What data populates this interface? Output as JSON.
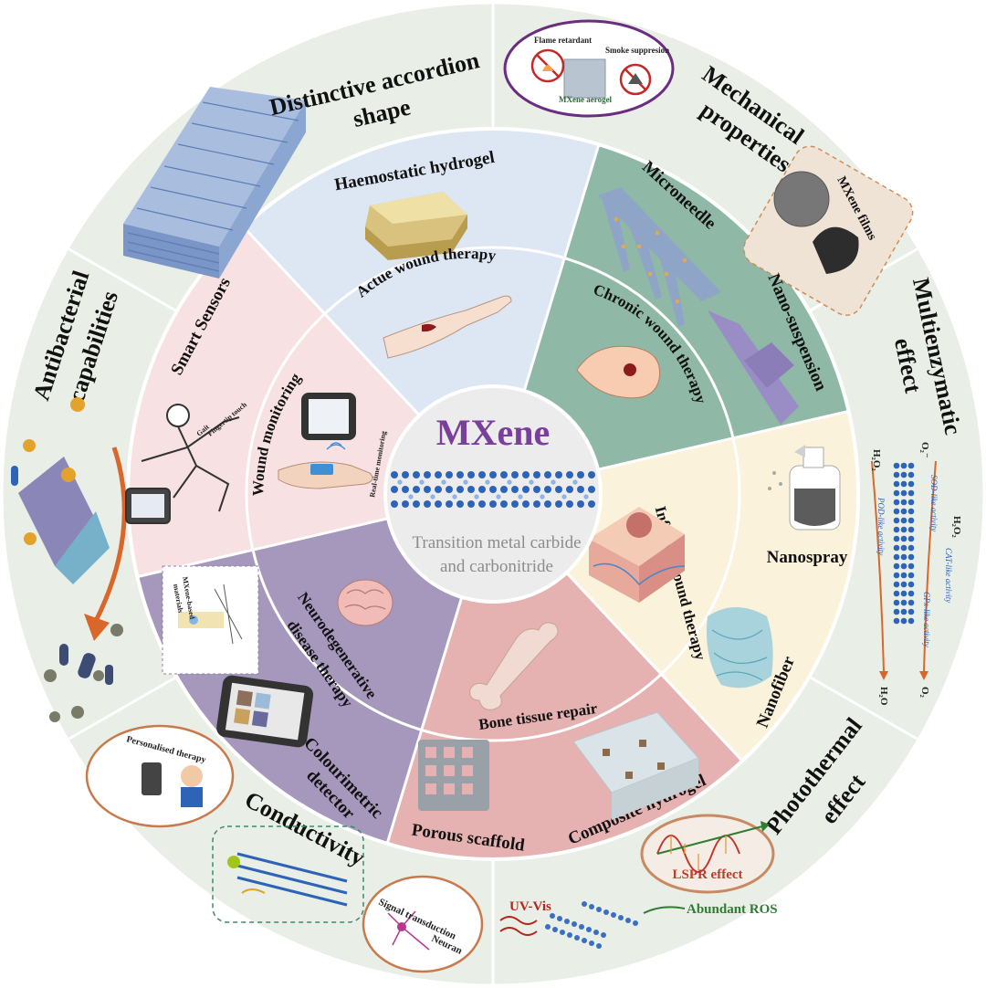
{
  "center": {
    "title": "MXene",
    "subtitle_line1": "Transition metal carbide",
    "subtitle_line2": "and carbonitride"
  },
  "outer_ring": {
    "accordion_line1": "Distinctive accordion",
    "accordion_line2": "shape",
    "mechanical_line1": "Mechanical",
    "mechanical_line2": "properties",
    "multienzymatic_line1": "Multienzymatic",
    "multienzymatic_line2": "effect",
    "photothermal_line1": "Photothermal",
    "photothermal_line2": "effect",
    "conductivity": "Conductivity",
    "antibacterial_line1": "Antibacterial",
    "antibacterial_line2": "capabilities"
  },
  "outer_annotations": {
    "flame_retardant": "Flame retardant",
    "smoke_suppression": "Smoke suppresion",
    "mxene_aerogel": "MXene aerogel",
    "mxene_films": "MXene films",
    "h2o2_left": "H₂O₂",
    "o2_minus": "O₂⁻",
    "h2o2_right": "H₂O₂",
    "sod_activity": "SOD-like activity",
    "pod_activity": "POD-like activity",
    "cat_activity": "CAT-like activity",
    "gpx_activity": "GPx-like activity",
    "h2o": "H₂O",
    "o2": "O₂",
    "lspr": "LSPR effect",
    "uv_vis": "UV-Vis",
    "abundant_ros": "Abundant ROS",
    "signal_transduction": "Signal transduction",
    "neuran": "Neuran",
    "personalised_therapy": "Personalised therapy"
  },
  "middle_ring": {
    "haemostatic_hydrogel": "Haemostatic hydrogel",
    "microneedle": "Microneedle",
    "nano_suspension": "Nano-suspension",
    "nanospray": "Nanospray",
    "nanofiber": "Nanofiber",
    "composite_hydrogel": "Composite hydrogel",
    "porous_scaffold": "Porous scaffold",
    "colourimetric_line1": "Colourimetric",
    "colourimetric_line2": "detector",
    "smart_sensors": "Smart Sensors",
    "mxene_based_line1": "MXene-based",
    "mxene_based_line2": "materials",
    "gait": "Gait",
    "fingertip_touch": "Fingertip touch"
  },
  "inner_ring": {
    "acute": "Actue wound therapy",
    "chronic": "Chronic wound therapy",
    "infected": "Infected wound therapy",
    "bone": "Bone tissue repair",
    "neuro_line1": "Neurodegenerative",
    "neuro_line2": "disease therapy",
    "wound_monitoring": "Wound monitoring",
    "real_time": "Real-time monitoring"
  },
  "colors": {
    "outer_ring": "#e9efe6",
    "acute": "#dde6f3",
    "chronic": "#8fb8a7",
    "infected": "#fbf2dc",
    "bone": "#e6b1b1",
    "neuro": "#a697bd",
    "monitoring": "#f8e1e2",
    "mxene_title": "#7a3f9a"
  }
}
